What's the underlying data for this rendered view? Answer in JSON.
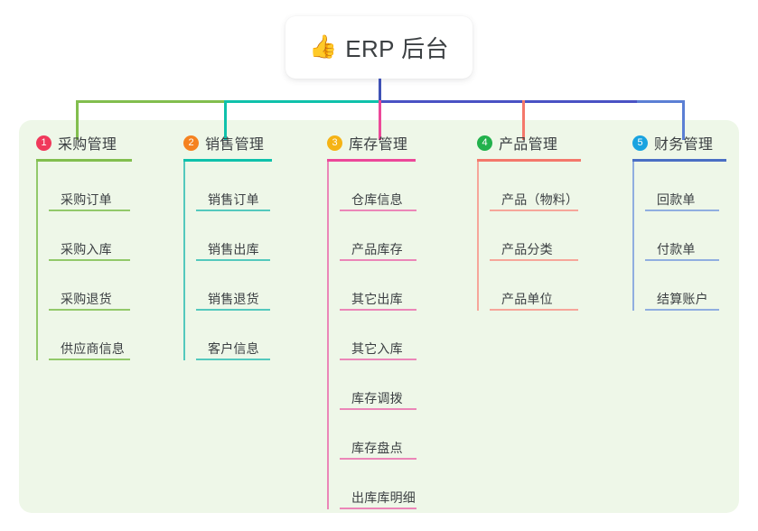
{
  "root": {
    "icon": "thumbs-up-icon",
    "emoji": "👍",
    "label": "ERP 后台"
  },
  "panel": {
    "background": "#eef7e8"
  },
  "connector_colors": {
    "stem": "#3f51b5",
    "segment_green": "#82be4e",
    "segment_teal": "#0fc1ab",
    "segment_indigo": "#4a52c4",
    "segment_blue": "#5b7fd4"
  },
  "branches": [
    {
      "number": "1",
      "title": "采购管理",
      "badge_color": "#f0395b",
      "line_color": "#82be4e",
      "leaf_line_color": "#92c96a",
      "leaves": [
        {
          "label": "采购订单"
        },
        {
          "label": "采购入库"
        },
        {
          "label": "采购退货"
        },
        {
          "label": "供应商信息"
        }
      ]
    },
    {
      "number": "2",
      "title": "销售管理",
      "badge_color": "#f58220",
      "line_color": "#0fc1ab",
      "leaf_line_color": "#54c9bd",
      "leaves": [
        {
          "label": "销售订单"
        },
        {
          "label": "销售出库"
        },
        {
          "label": "销售退货"
        },
        {
          "label": "客户信息"
        }
      ]
    },
    {
      "number": "3",
      "title": "库存管理",
      "badge_color": "#f5b315",
      "line_color": "#ec4899",
      "leaf_line_color": "#eb86b8",
      "leaves": [
        {
          "label": "仓库信息"
        },
        {
          "label": "产品库存"
        },
        {
          "label": "其它出库"
        },
        {
          "label": "其它入库"
        },
        {
          "label": "库存调拨"
        },
        {
          "label": "库存盘点"
        },
        {
          "label": "出库库明细"
        }
      ]
    },
    {
      "number": "4",
      "title": "产品管理",
      "badge_color": "#22b14c",
      "line_color": "#f4786b",
      "leaf_line_color": "#f6a69a",
      "leaves": [
        {
          "label": "产品（物料）"
        },
        {
          "label": "产品分类"
        },
        {
          "label": "产品单位"
        }
      ]
    },
    {
      "number": "5",
      "title": "财务管理",
      "badge_color": "#19a3e0",
      "line_color": "#4a6fc4",
      "leaf_line_color": "#90aee0",
      "leaves": [
        {
          "label": "回款单"
        },
        {
          "label": "付款单"
        },
        {
          "label": "结算账户"
        }
      ]
    }
  ]
}
